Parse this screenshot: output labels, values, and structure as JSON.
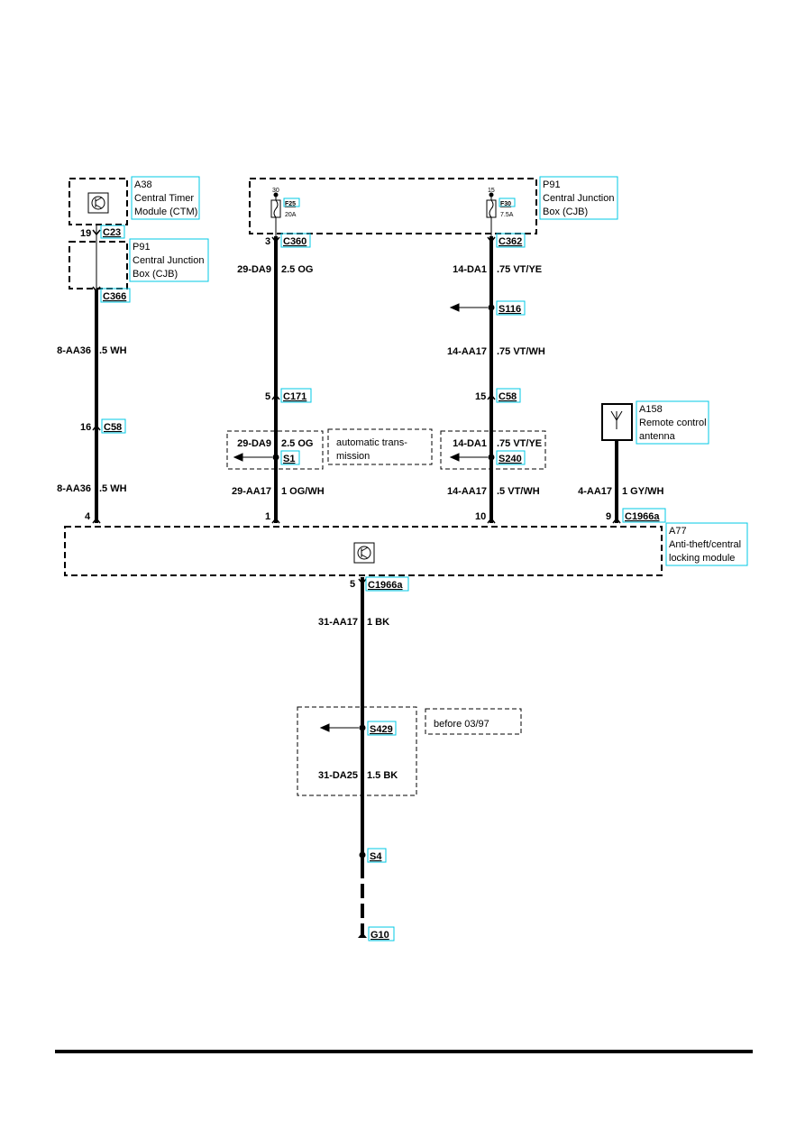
{
  "colors": {
    "wire": "#000000",
    "label_box": "#00c8e6",
    "background": "#ffffff"
  },
  "components": {
    "a38": {
      "line1": "A38",
      "line2": "Central Timer",
      "line3": "Module (CTM)",
      "icon": "transistor-icon"
    },
    "p91_left": {
      "line1": "P91",
      "line2": "Central Junction",
      "line3": "Box (CJB)"
    },
    "p91_top": {
      "line1": "P91",
      "line2": "Central Junction",
      "line3": "Box (CJB)"
    },
    "a158": {
      "line1": "A158",
      "line2": "Remote control",
      "line3": "antenna",
      "icon": "antenna-icon"
    },
    "a77": {
      "line1": "A77",
      "line2": "Anti-theft/central",
      "line3": "locking module",
      "icon": "transistor-icon"
    }
  },
  "fuses": {
    "f25": {
      "supply": "30",
      "name": "F25",
      "rating": "20A"
    },
    "f30": {
      "supply": "15",
      "name": "F30",
      "rating": "7.5A"
    }
  },
  "connectors": {
    "c23": "C23",
    "c366": "C366",
    "c58_left": "C58",
    "c360": "C360",
    "c171": "C171",
    "c362": "C362",
    "c58_right": "C58",
    "c1966a_antenna": "C1966a",
    "c1966a_ground": "C1966a",
    "g10": "G10"
  },
  "splices": {
    "s116": "S116",
    "s1": "S1",
    "s240": "S240",
    "s429": "S429",
    "s4": "S4"
  },
  "pins": {
    "c23": "19",
    "c58_left": "16",
    "a77_left": "4",
    "c360": "3",
    "c171": "5",
    "a77_mid": "1",
    "c58_right": "15",
    "a77_right": "10",
    "a77_antenna": "9",
    "a77_ground": "5"
  },
  "wires": {
    "aa36_upper": {
      "id": "8-AA36",
      "spec": ".5 WH"
    },
    "aa36_lower": {
      "id": "8-AA36",
      "spec": ".5 WH"
    },
    "da9_upper": {
      "id": "29-DA9",
      "spec": "2.5 OG"
    },
    "da9_lower": {
      "id": "29-DA9",
      "spec": "2.5 OG"
    },
    "aa17_mid": {
      "id": "29-AA17",
      "spec": "1 OG/WH"
    },
    "da1_upper": {
      "id": "14-DA1",
      "spec": ".75 VT/YE"
    },
    "aa17_right_upper": {
      "id": "14-AA17",
      "spec": ".75 VT/WH"
    },
    "da1_lower": {
      "id": "14-DA1",
      "spec": ".75 VT/YE"
    },
    "aa17_right_lower": {
      "id": "14-AA17",
      "spec": ".5 VT/WH"
    },
    "aa17_antenna": {
      "id": "4-AA17",
      "spec": "1 GY/WH"
    },
    "aa17_ground": {
      "id": "31-AA17",
      "spec": "1 BK"
    },
    "da25_ground": {
      "id": "31-DA25",
      "spec": "1.5 BK"
    }
  },
  "notes": {
    "auto_trans_line1": "automatic trans-",
    "auto_trans_line2": "mission",
    "before": "before 03/97"
  }
}
